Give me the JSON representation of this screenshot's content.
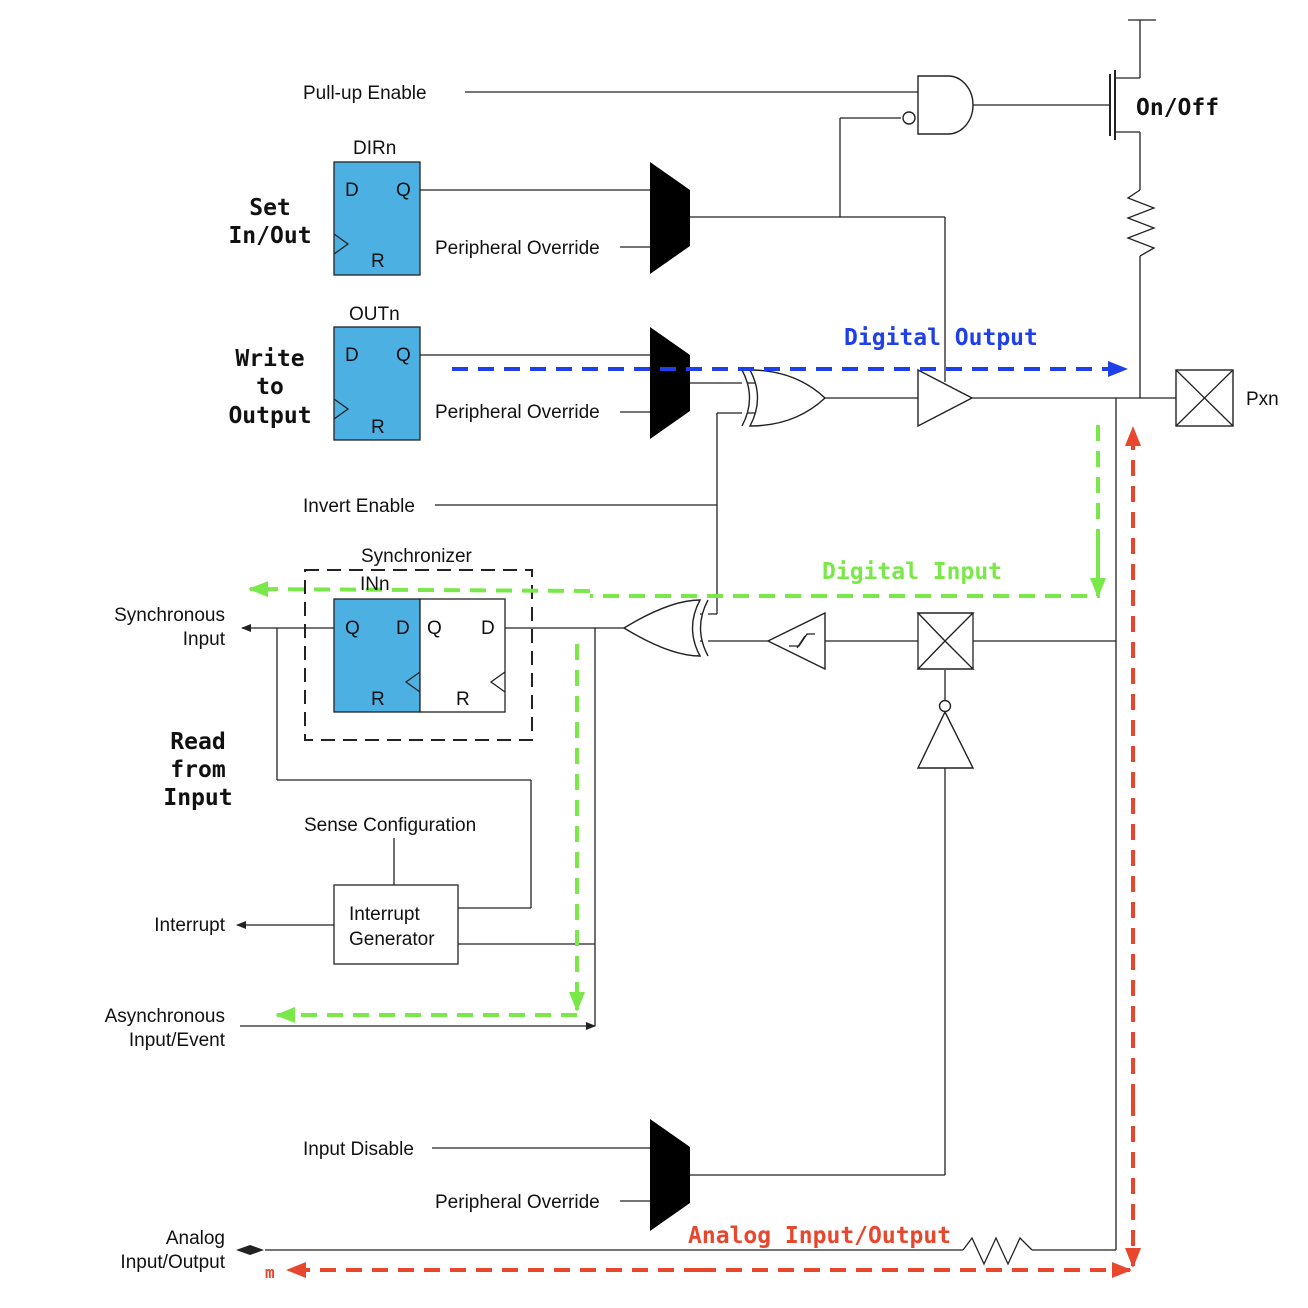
{
  "labels": {
    "pullup_enable": "Pull-up Enable",
    "on_off": "On/Off",
    "dir_reg": "DIRn",
    "out_reg": "OUTn",
    "in_reg": "INn",
    "synchronizer": "Synchronizer",
    "set_inout_1": "Set",
    "set_inout_2": "In/Out",
    "write_output_1": "Write",
    "write_output_2": "to",
    "write_output_3": "Output",
    "read_input_1": "Read",
    "read_input_2": "from",
    "read_input_3": "Input",
    "periph_override_1": "Peripheral Override",
    "periph_override_2": "Peripheral Override",
    "periph_override_3": "Peripheral Override",
    "invert_enable": "Invert Enable",
    "pin": "Pxn",
    "sync_input_1": "Synchronous",
    "sync_input_2": "Input",
    "sense_config": "Sense Configuration",
    "interrupt": "Interrupt",
    "int_gen_1": "Interrupt",
    "int_gen_2": "Generator",
    "async_1": "Asynchronous",
    "async_2": "Input/Event",
    "input_disable": "Input Disable",
    "analog_1": "Analog",
    "analog_2": "Input/Output",
    "m_mark": "m"
  },
  "pins": {
    "d": "D",
    "q": "Q",
    "r": "R"
  },
  "paths": {
    "digital_output": "Digital Output",
    "digital_input": "Digital Input",
    "analog_io": "Analog Input/Output"
  },
  "colors": {
    "digital_output": "#1f3fe8",
    "digital_input": "#7be84a",
    "analog_io": "#e8472e",
    "register": "#4db0e3",
    "mux": "#000000"
  }
}
